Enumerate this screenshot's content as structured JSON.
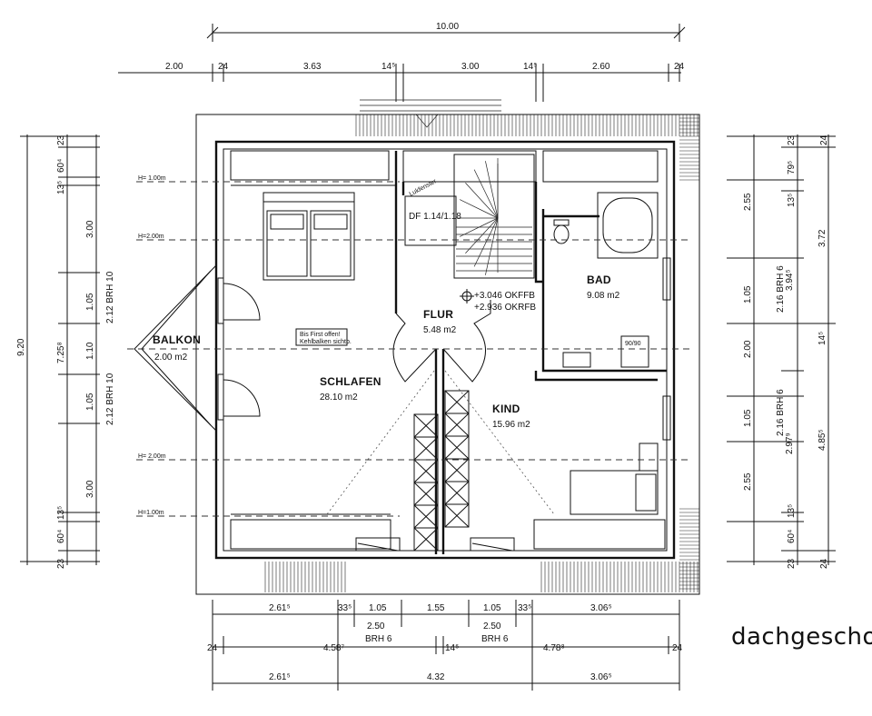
{
  "floor_label": "dachgeschoss",
  "rooms": {
    "schlafen": {
      "name": "SCHLAFEN",
      "area": "28.10 m2"
    },
    "flur": {
      "name": "FLUR",
      "area": "5.48 m2"
    },
    "bad": {
      "name": "BAD",
      "area": "9.08 m2"
    },
    "kind": {
      "name": "KIND",
      "area": "15.96 m2"
    },
    "balkon": {
      "name": "BALKON",
      "area": "2.00 m2"
    }
  },
  "annotations": {
    "level_top": "+3.046 OKFFB",
    "level_bottom": "+2.936 OKRFB",
    "roof_window": "DF 1.14/1.18",
    "hatch": "Lukfenster",
    "note_line1": "Bis First offen!",
    "note_line2": "Kehlbalken sichtb.",
    "shower": "90/90",
    "h_100_top": "H= 1.00m",
    "h_200_top": "H=2.00m",
    "h_200_bottom": "H= 2.00m",
    "h_100_bottom": "H=1.00m"
  },
  "dims_top": {
    "overall": "10.00",
    "d1": "2.00",
    "d2": "24",
    "d3": "3.63",
    "d4": "14⁵",
    "d5": "3.00",
    "d6": "14⁵",
    "d7": "2.60",
    "d8": "24"
  },
  "dims_left": {
    "overall": "9.20",
    "l1": "23",
    "l2": "60⁴",
    "l3": "13⁵",
    "l4": "3.00",
    "l5": "1.05",
    "l6": "1.10",
    "l7": "1.05",
    "l8": "3.00",
    "l9": "13⁵",
    "l10": "60⁴",
    "l11": "23",
    "brh_upper": "2.12 BRH 10",
    "brh_lower": "2.12 BRH 10",
    "mid": "7.25⁸"
  },
  "dims_right": {
    "r1": "23",
    "r2": "2.55",
    "r3": "79⁵",
    "r4": "13⁵",
    "r5": "1.05",
    "r6": "2.16 BRH 6",
    "r7": "3.94⁵",
    "r8": "3.72",
    "r9": "14⁵",
    "r10": "2.00",
    "r11": "1.05",
    "r12": "2.16 BRH 6",
    "r13": "2.97⁹",
    "r14": "4.85⁵",
    "r15": "2.55",
    "r16": "13⁵",
    "r17": "60⁴",
    "r18": "23",
    "r19": "24",
    "r20": "24"
  },
  "dims_bottom": {
    "b1": "2.61⁵",
    "b2": "33⁵",
    "b3": "1.05",
    "b4": "1.55",
    "b5": "1.05",
    "b6": "33⁵",
    "b7": "3.06⁵",
    "w1": "2.50",
    "w1b": "BRH 6",
    "w2": "2.50",
    "w2b": "BRH 6",
    "c1": "24",
    "c2": "4.58⁷",
    "c3": "14⁵",
    "c4": "4.78⁸",
    "c5": "24",
    "e1": "2.61⁵",
    "e2": "4.32",
    "e3": "3.06⁵"
  }
}
